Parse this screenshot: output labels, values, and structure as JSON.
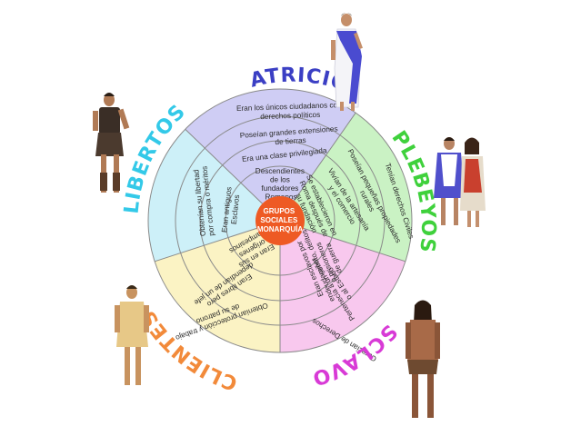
{
  "center": {
    "lines": [
      "GRUPOS",
      "SOCIALES",
      "MONARQUÍA"
    ],
    "color": "#ee5a24"
  },
  "groups": {
    "patricios": {
      "label": "PATRICIOS",
      "color": "#3b3fc4",
      "fill": "#cfcdf4",
      "texts": [
        [
          "Eran los únicos ciudadanos con",
          "derechos políticos"
        ],
        [
          "Poseían grandes extensiones",
          "de tierras"
        ],
        [
          "Era una clase privilegiada"
        ],
        [
          "Descendientes",
          "de los",
          "fundadores",
          "Romanos"
        ]
      ]
    },
    "plebeyos": {
      "label": "PLEBEYOS",
      "color": "#3fd13c",
      "fill": "#caf2c4",
      "texts": [
        [
          "Tenían derechos Civiles"
        ],
        [
          "Poseían pequeñas propiedades",
          "rurales"
        ],
        [
          "Vivían de la artesanía",
          "y el comercio"
        ],
        [
          "Se establecieron en",
          "Roma después de",
          "su fundación"
        ]
      ]
    },
    "esclavos": {
      "label": "ESCLAVOS",
      "color": "#d83ad6",
      "fill": "#f8c8ee",
      "texts": [
        [
          "Carecían de Derechos"
        ],
        [
          "Pertenecía a un señor",
          "o al Estado"
        ],
        [
          "Eran esclavos por",
          "endeudamiento, delitos",
          "o prisioneros",
          "de guerra"
        ]
      ]
    },
    "clientes": {
      "label": "CLIENTES",
      "color": "#f28a3a",
      "fill": "#fbf3c4",
      "texts": [
        [
          "Obtenían protección y trabajo",
          "de su patrono"
        ],
        [
          "Eran libres pero",
          "dependían de un jefe"
        ],
        [
          "Eran en sus",
          "orígenes",
          "campesinos"
        ]
      ]
    },
    "libertos": {
      "label": "LIBERTOS",
      "color": "#33c9e8",
      "fill": "#cdf0f8",
      "texts": [
        [
          "Obtenían su libertad",
          "por compra o méritos"
        ],
        [
          "Eran antiguos",
          "Esclavos"
        ]
      ]
    }
  }
}
